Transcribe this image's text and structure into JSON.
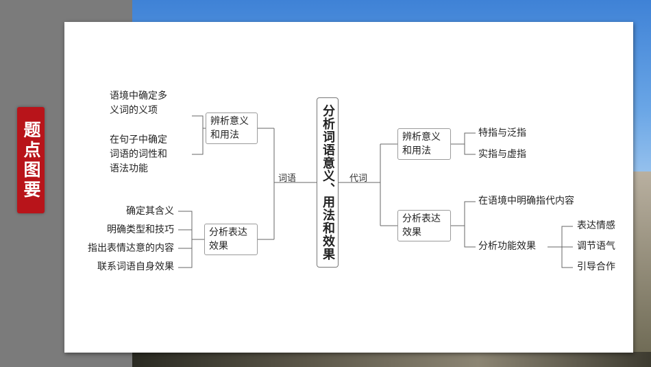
{
  "badge": {
    "title": "题点图要"
  },
  "center": {
    "title": "分析词语意义、用法和效果"
  },
  "left": {
    "connector_label": "词语",
    "group1": {
      "box": [
        "辨析意义",
        "和用法"
      ],
      "items": [
        [
          "语境中确定多",
          "义词的义项"
        ],
        [
          "在句子中确定",
          "词语的词性和",
          "语法功能"
        ]
      ]
    },
    "group2": {
      "box": [
        "分析表达",
        "效果"
      ],
      "items": [
        "确定其含义",
        "明确类型和技巧",
        "指出表情达意的内容",
        "联系词语自身效果"
      ]
    }
  },
  "right": {
    "connector_label": "代词",
    "group1": {
      "box": [
        "辨析意义",
        "和用法"
      ],
      "items": [
        "特指与泛指",
        "实指与虚指"
      ]
    },
    "group2": {
      "box": [
        "分析表达",
        "效果"
      ],
      "item1": "在语境中明确指代内容",
      "item2": "分析功能效果",
      "subitems": [
        "表达情感",
        "调节语气",
        "引导合作"
      ]
    }
  }
}
